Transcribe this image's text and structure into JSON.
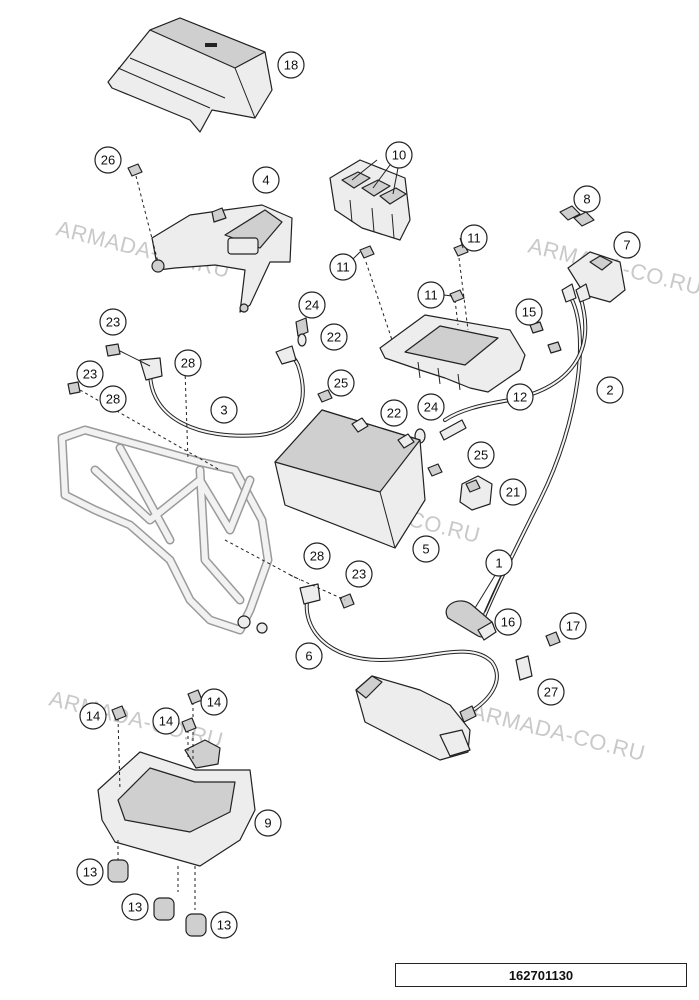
{
  "watermark": "ARMADA-CO.RU",
  "drawing_number": "162701130",
  "callouts": [
    "18",
    "26",
    "4",
    "10",
    "11",
    "11",
    "11",
    "8",
    "7",
    "23",
    "28",
    "24",
    "22",
    "25",
    "15",
    "2",
    "12",
    "3",
    "23",
    "28",
    "22",
    "24",
    "25",
    "21",
    "5",
    "28",
    "23",
    "1",
    "16",
    "17",
    "6",
    "27",
    "14",
    "14",
    "14",
    "9",
    "13",
    "13",
    "13"
  ]
}
